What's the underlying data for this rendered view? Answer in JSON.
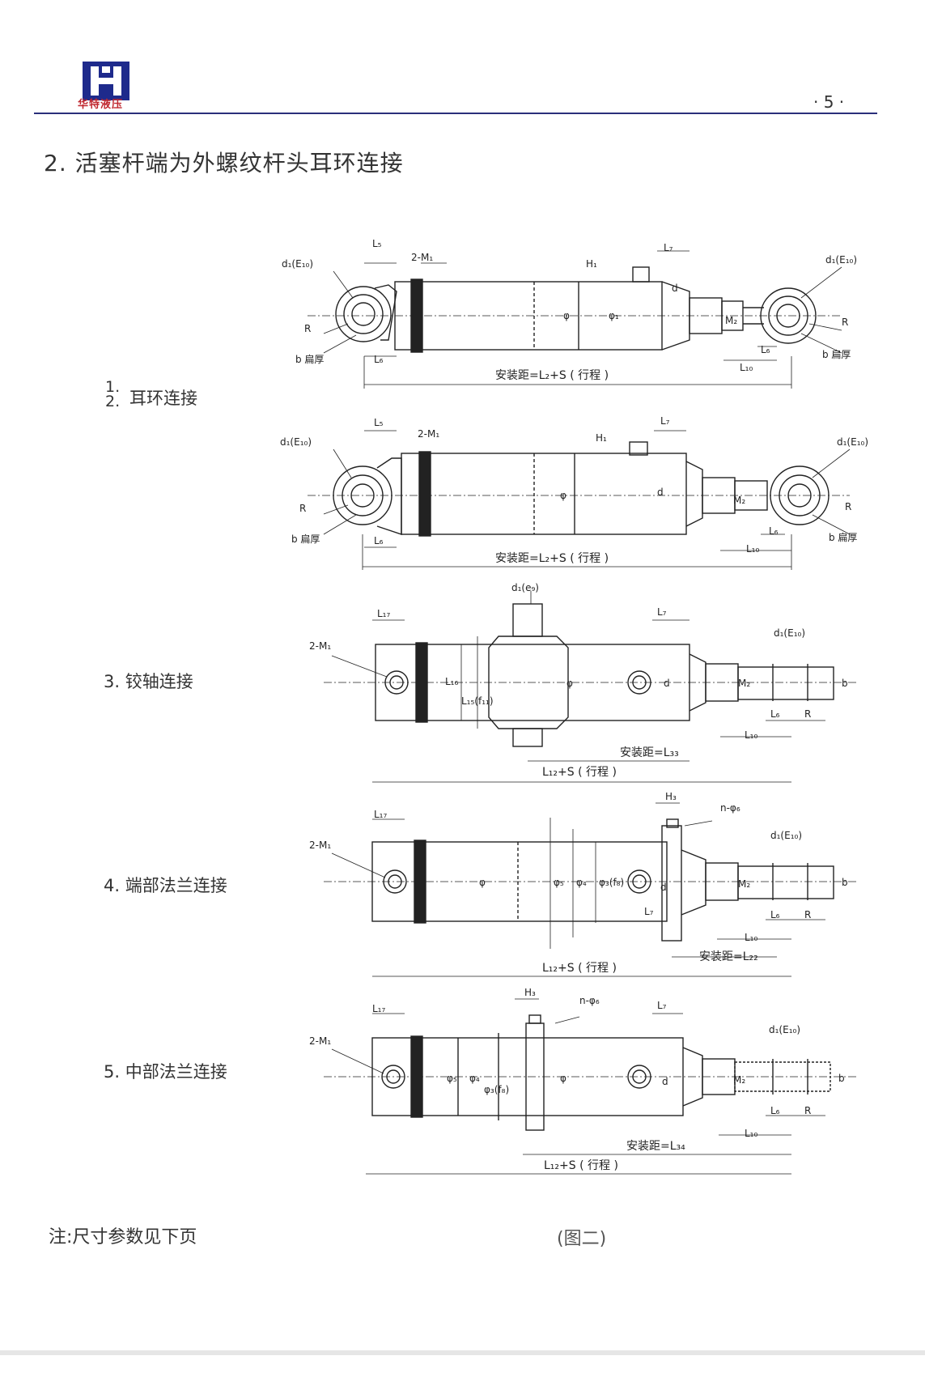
{
  "header": {
    "brand": "华特液压",
    "page_number": "· 5 ·"
  },
  "section_title": "2. 活塞杆端为外螺纹杆头耳环连接",
  "items": [
    {
      "num": "1.",
      "num2": "2.",
      "label": "耳环连接"
    },
    {
      "label": "3. 铰轴连接"
    },
    {
      "label": "4. 端部法兰连接"
    },
    {
      "label": "5. 中部法兰连接"
    }
  ],
  "drawings": {
    "d1": {
      "d1e10_left": "d₁(E₁₀)",
      "l5": "L₅",
      "m1": "2-M₁",
      "h1": "H₁",
      "l7": "L₇",
      "d1e10_right": "d₁(E₁₀)",
      "r_left": "R",
      "b_left": "b 扁厚",
      "l6_left": "L₆",
      "phi": "φ",
      "phi1": "φ₁",
      "d": "d",
      "m2": "M₂",
      "r_right": "R",
      "b_right": "b 扁厚",
      "l6_right": "L₆",
      "l10": "L₁₀",
      "install": "安装距=L₂+S ( 行程 )"
    },
    "d2": {
      "d1e10_left": "d₁(E₁₀)",
      "l5": "L₅",
      "m1": "2-M₁",
      "h1": "H₁",
      "l7": "L₇",
      "d1e10_right": "d₁(E₁₀)",
      "r_left": "R",
      "b_left": "b 扁厚",
      "l6_left": "L₆",
      "phi": "φ",
      "d": "d",
      "m2": "M₂",
      "r_right": "R",
      "b_right": "b 扁厚",
      "l6_right": "L₆",
      "l10": "L₁₀",
      "install": "安装距=L₂+S ( 行程 )"
    },
    "d3": {
      "d1e9": "d₁(e₉)",
      "l17": "L₁₇",
      "l7": "L₇",
      "m1": "2-M₁",
      "d1e10": "d₁(E₁₀)",
      "l16": "L₁₆",
      "l15": "L₁₅(f₁₁)",
      "phi": "φ",
      "d": "d",
      "m2": "M₂",
      "b": "b",
      "l6": "L₆",
      "r": "R",
      "l10": "L₁₀",
      "install": "安装距=L₃₃",
      "total": "L₁₂+S ( 行程 )"
    },
    "d4": {
      "l17": "L₁₇",
      "h3": "H₃",
      "n_phi6": "n-φ₆",
      "m1": "2-M₁",
      "d1e10": "d₁(E₁₀)",
      "phi": "φ",
      "phi5": "φ₅",
      "phi4": "φ₄",
      "phi3": "φ₃(f₈)",
      "d": "d",
      "l7": "L₇",
      "m2": "M₂",
      "b": "b",
      "l6": "L₆",
      "r": "R",
      "l10": "L₁₀",
      "install": "安装距=L₂₂",
      "total": "L₁₂+S ( 行程 )"
    },
    "d5": {
      "l17": "L₁₇",
      "h3": "H₃",
      "n_phi6": "n-φ₆",
      "l7": "L₇",
      "m1": "2-M₁",
      "d1e10": "d₁(E₁₀)",
      "phi5": "φ₅",
      "phi4": "φ₄",
      "phi3": "φ₃(f₈)",
      "phi": "φ",
      "d": "d",
      "m2": "M₂",
      "b": "b",
      "l6": "L₆",
      "r": "R",
      "l10": "L₁₀",
      "install": "安装距=L₃₄",
      "total": "L₁₂+S ( 行程 )"
    }
  },
  "note": "注:尺寸参数见下页",
  "caption": "(图二)",
  "colors": {
    "logo_blue": "#1e2a8c",
    "brand_red": "#c0282f",
    "line_blue": "#2a2f7a"
  }
}
